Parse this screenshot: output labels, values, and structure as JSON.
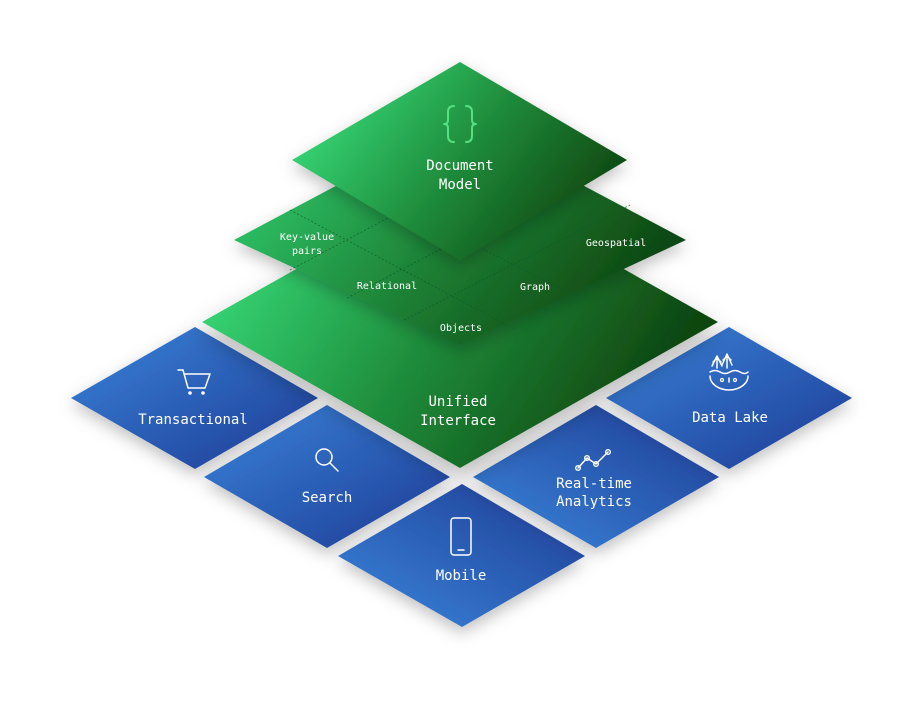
{
  "layers": {
    "top": {
      "title_line1": "Document",
      "title_line2": "Model",
      "icon": "curly-braces-icon"
    },
    "middle": {
      "cells": {
        "key_value_line1": "Key-value",
        "key_value_line2": "pairs",
        "geospatial": "Geospatial",
        "relational": "Relational",
        "graph": "Graph",
        "objects": "Objects"
      }
    },
    "base": {
      "title_line1": "Unified",
      "title_line2": "Interface"
    }
  },
  "tiles": {
    "transactional": {
      "label": "Transactional",
      "icon": "shopping-cart-icon"
    },
    "search": {
      "label": "Search",
      "icon": "magnifier-icon"
    },
    "mobile": {
      "label": "Mobile",
      "icon": "smartphone-icon"
    },
    "realtime": {
      "label_line1": "Real-time",
      "label_line2": "Analytics",
      "icon": "line-chart-icon"
    },
    "datalake": {
      "label": "Data Lake",
      "icon": "trees-lake-icon"
    }
  },
  "colors": {
    "green_light": "#3ded87",
    "green_dark": "#0f4a12",
    "blue_light": "#3a82d8",
    "blue_dark": "#1e3d96",
    "icon_green": "#56e082"
  }
}
